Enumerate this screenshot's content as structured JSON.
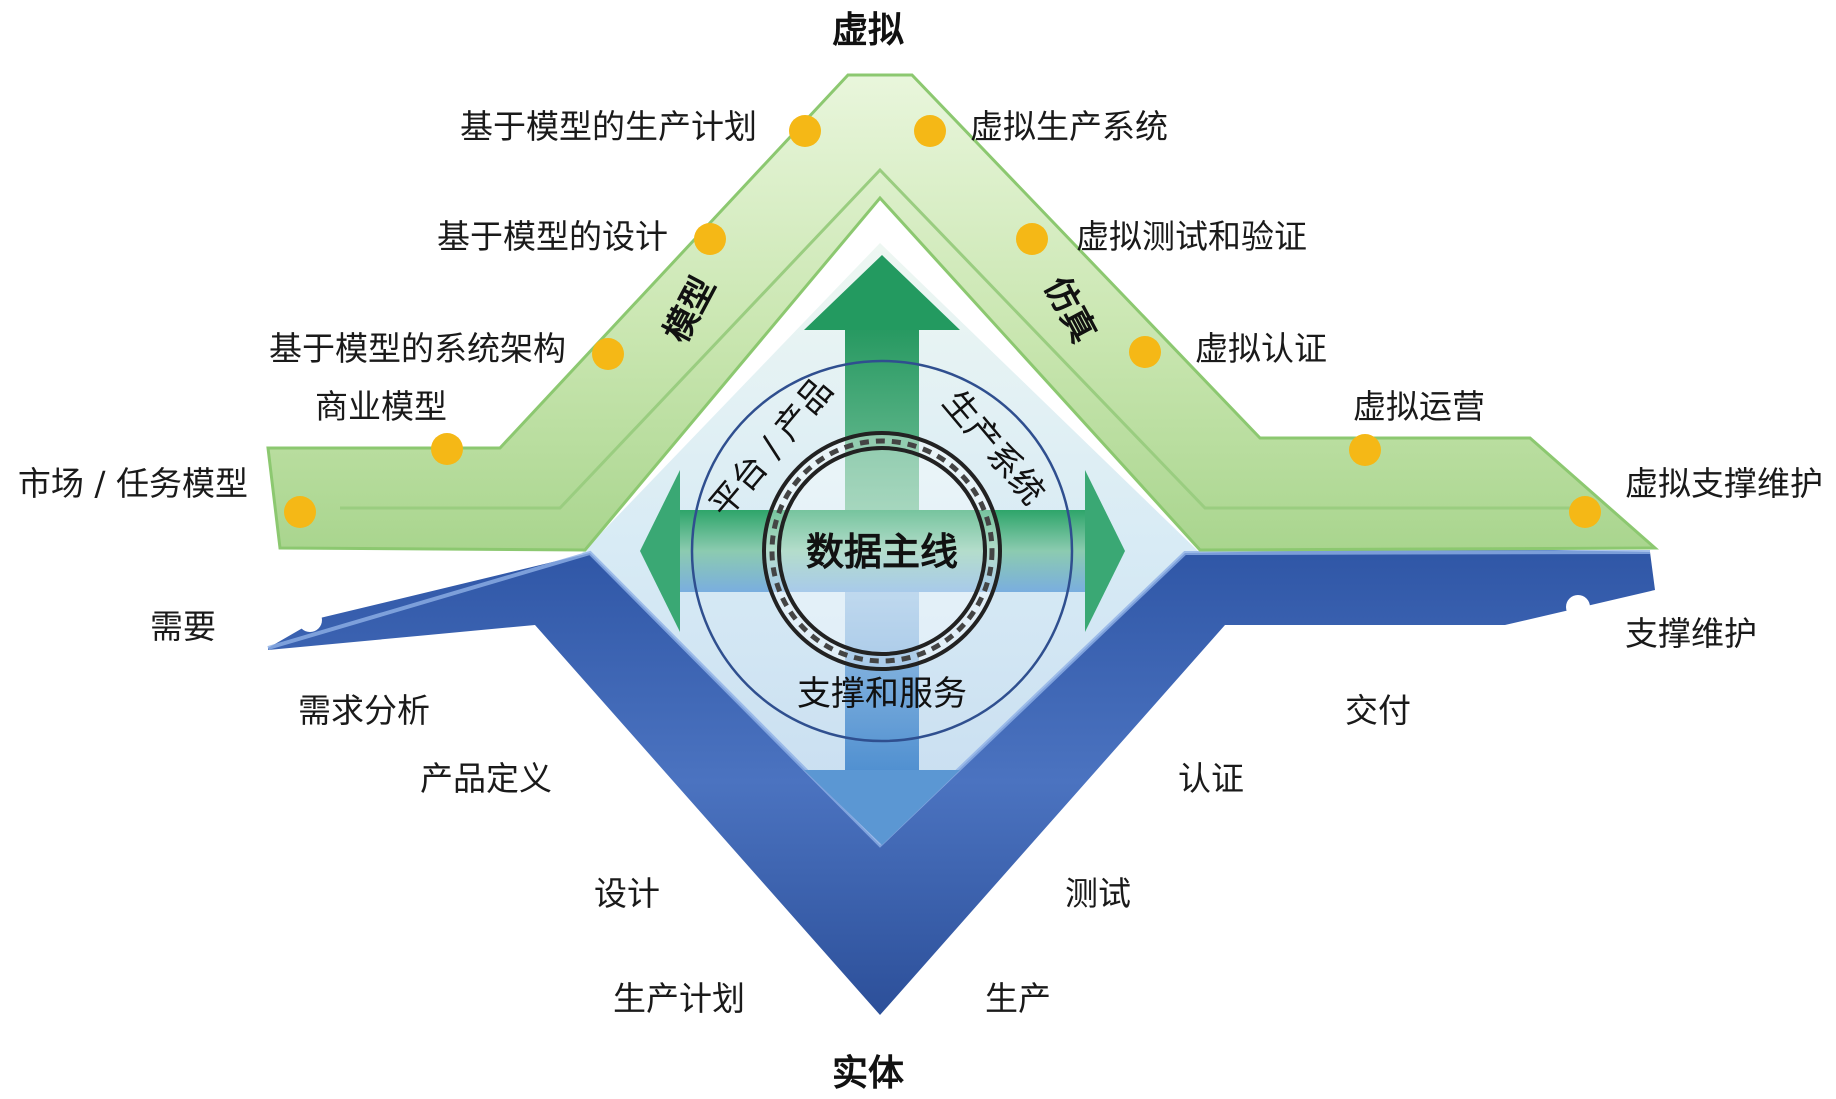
{
  "top_label": "虚拟",
  "bottom_label": "实体",
  "left_arm_label": "模型",
  "right_arm_label": "仿真",
  "center": {
    "core": "数据主线",
    "ring_top_left": "平台 / 产品",
    "ring_top_right": "生产系统",
    "ring_bottom": "支撑和服务"
  },
  "virtual_left": [
    "基于模型的生产计划",
    "基于模型的设计",
    "基于模型的系统架构",
    "商业模型",
    "市场 / 任务模型"
  ],
  "virtual_right": [
    "虚拟生产系统",
    "虚拟测试和验证",
    "虚拟认证",
    "虚拟运营",
    "虚拟支撑维护"
  ],
  "physical_left": [
    "需要",
    "需求分析",
    "产品定义",
    "设计",
    "生产计划"
  ],
  "physical_right": [
    "支撑维护",
    "交付",
    "认证",
    "测试",
    "生产"
  ],
  "colors": {
    "virtual_band": "#cfe8b8",
    "physical_band": "#3f64b0",
    "marker": "#f5b816",
    "arrow_green": "#2e9e68",
    "arrow_blue": "#6fa0d8"
  }
}
